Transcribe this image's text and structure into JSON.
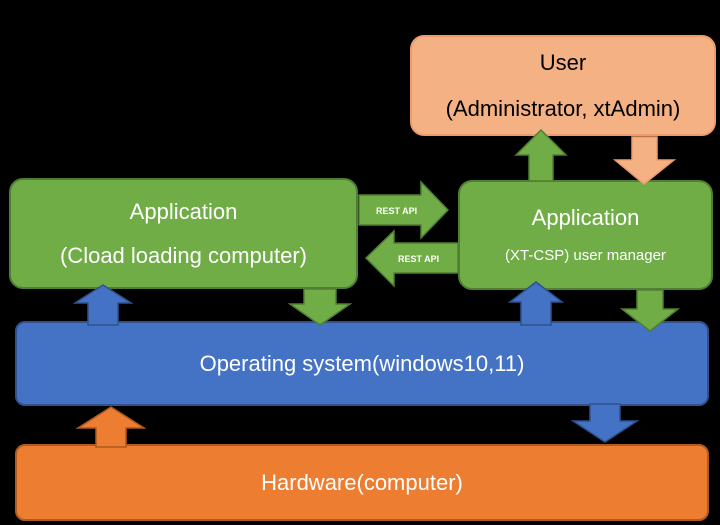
{
  "user": {
    "title": "User",
    "subtitle": "(Administrator, xtAdmin)"
  },
  "app_left": {
    "title": "Application",
    "subtitle": "(Cload loading computer)"
  },
  "app_right": {
    "title": "Application",
    "subtitle": "(XT-CSP) user manager"
  },
  "rest_api": {
    "to_right_label": "REST API",
    "to_left_label": "REST API"
  },
  "os": {
    "label": "Operating system(windows10,11)"
  },
  "hardware": {
    "label": "Hardware(computer)"
  },
  "colors": {
    "background": "#000000",
    "application": "#70ad47",
    "user": "#f4b183",
    "os": "#4472c4",
    "hardware": "#ed7d31"
  }
}
